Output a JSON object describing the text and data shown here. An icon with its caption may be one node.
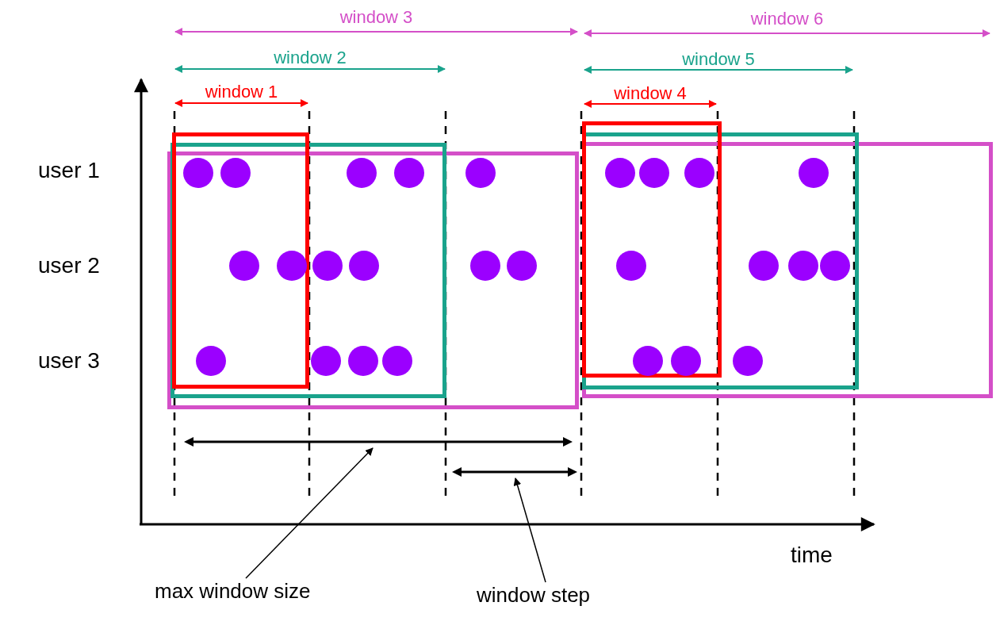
{
  "diagram": {
    "nodes": [
      {
        "text": [
          "window 1"
        ],
        "in": 1
      },
      {
        "text": [
          "window 2"
        ],
        "in": 2
      },
      {
        "text": [
          "window 3"
        ]
      },
      {
        "text": [
          "window 4"
        ],
        "in": 4
      },
      {
        "text": [
          "window 5"
        ],
        "in": 5
      },
      {
        "text": [
          "window 6"
        ]
      },
      {
        "text": [],
        "shape": "line"
      },
      {
        "text": [],
        "shape": "line"
      },
      {
        "text": [
          "max window size"
        ]
      },
      {
        "text": [
          "window step"
        ]
      },
      {
        "text": [],
        "shape": "circle",
        "in": 0
      },
      {
        "text": [],
        "shape": "circle",
        "in": 0
      },
      {
        "text": [],
        "shape": "circle",
        "in": 1
      },
      {
        "text": [],
        "shape": "circle",
        "in": 1
      },
      {
        "text": [],
        "shape": "circle",
        "in": 2
      },
      {
        "text": [],
        "shape": "circle",
        "in": 3
      },
      {
        "text": [],
        "shape": "circle",
        "in": 3
      },
      {
        "text": [],
        "shape": "circle",
        "in": 3
      },
      {
        "text": [],
        "shape": "circle",
        "in": 4
      },
      {
        "text": [],
        "shape": "circle",
        "in": 0
      },
      {
        "text": [],
        "shape": "circle",
        "in": 0
      },
      {
        "text": [],
        "shape": "circle",
        "in": 1
      },
      {
        "text": [],
        "shape": "circle",
        "in": 1
      },
      {
        "text": [],
        "shape": "circle",
        "in": 2
      },
      {
        "text": [],
        "shape": "circle",
        "in": 2
      },
      {
        "text": [],
        "shape": "circle",
        "in": 3
      },
      {
        "text": [],
        "shape": "circle",
        "in": 4
      },
      {
        "text": [],
        "shape": "circle",
        "in": 4
      },
      {
        "text": [],
        "shape": "circle",
        "in": 4
      },
      {
        "text": [],
        "shape": "circle",
        "in": 0
      },
      {
        "text": [],
        "shape": "circle",
        "in": 1
      },
      {
        "text": [],
        "shape": "circle",
        "in": 1
      },
      {
        "text": [],
        "shape": "circle",
        "in": 1
      },
      {
        "text": [],
        "shape": "circle",
        "in": 3
      },
      {
        "text": [],
        "shape": "circle",
        "in": 3
      },
      {
        "text": [],
        "shape": "circle",
        "in": 4
      }
    ],
    "edges": [
      {
        "from": 8,
        "to": 6,
        "arrow": "to"
      },
      {
        "from": 9,
        "to": 7,
        "arrow": "to"
      }
    ],
    "labels": [
      "user 1",
      "user 2",
      "user 3",
      "time"
    ]
  }
}
